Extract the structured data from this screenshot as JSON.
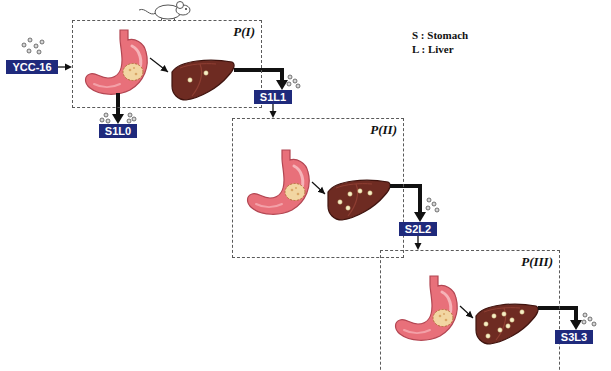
{
  "diagram": {
    "nodes": [
      {
        "text": [
          "YCC-16"
        ]
      },
      {
        "text": [
          "P(I)"
        ]
      },
      {
        "text": [
          "S1L0"
        ]
      },
      {
        "text": [
          "S1L1"
        ]
      },
      {
        "text": [
          "P(II)"
        ]
      },
      {
        "text": [
          "S2L2"
        ]
      },
      {
        "text": [
          "P(III)"
        ]
      },
      {
        "text": [
          "S3L3"
        ]
      }
    ],
    "edges": [
      {
        "from": 0,
        "to": 1,
        "arrow": "to"
      },
      {
        "from": 1,
        "to": 2,
        "arrow": "to"
      },
      {
        "from": 1,
        "to": 3,
        "arrow": "to"
      },
      {
        "from": 3,
        "to": 4,
        "arrow": "to"
      },
      {
        "from": 4,
        "to": 5,
        "arrow": "to"
      },
      {
        "from": 5,
        "to": 6,
        "arrow": "to"
      },
      {
        "from": 6,
        "to": 7,
        "arrow": "to"
      }
    ],
    "labels": [
      "S : Stomach",
      "L : Liver"
    ]
  }
}
